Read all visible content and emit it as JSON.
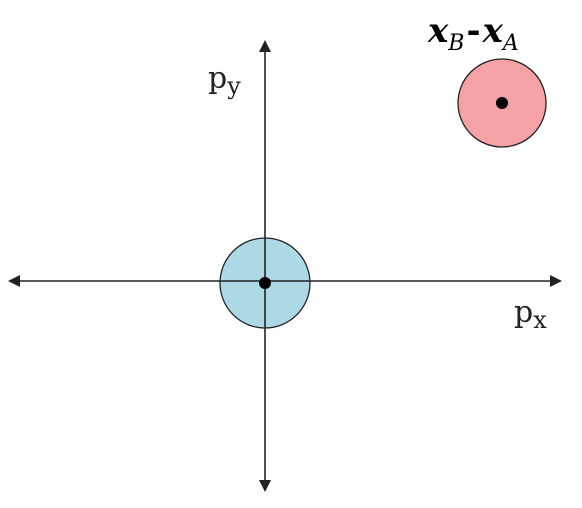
{
  "axes": {
    "x_label_main": "p",
    "x_label_sub": "x",
    "y_label_main": "p",
    "y_label_sub": "y"
  },
  "label": {
    "left_symbol": "x",
    "left_subscript": "B",
    "minus": "-",
    "right_symbol": "x",
    "right_subscript": "A"
  },
  "colors": {
    "axis": "#222222",
    "origin_disc": "#add8e6",
    "offset_disc": "#f4a2a6",
    "center_dot": "#000000"
  }
}
